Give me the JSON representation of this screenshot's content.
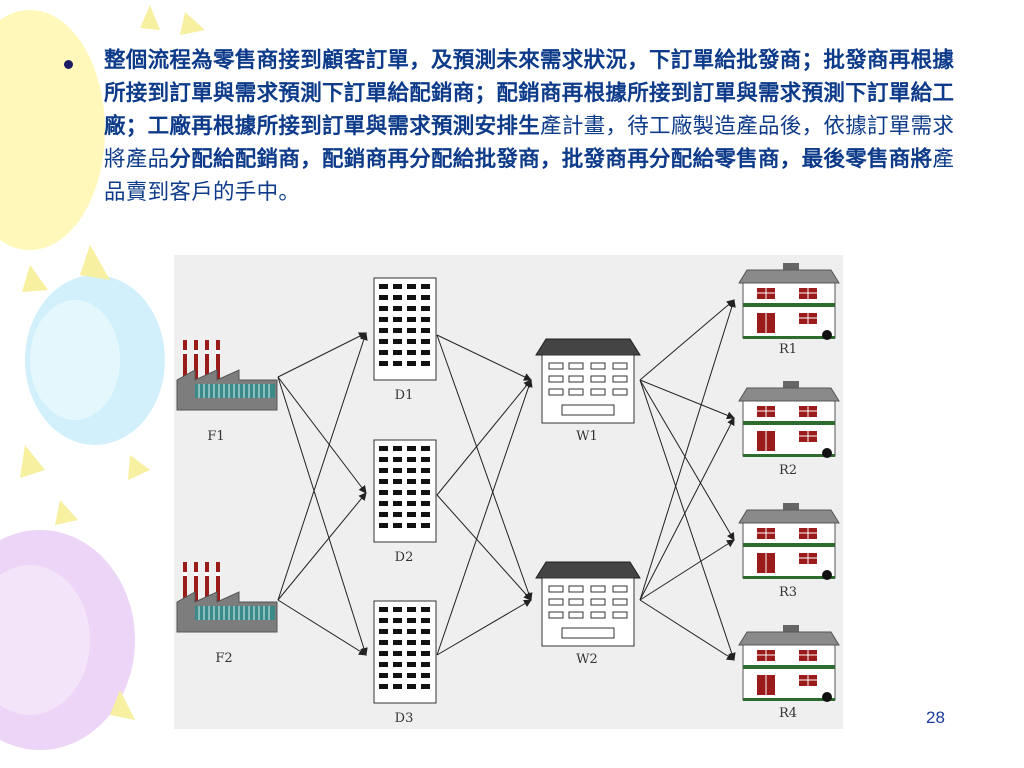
{
  "slide": {
    "bullet_segments": [
      {
        "text": "整個流程為零售商接到顧客訂單，及預測未來需求狀況，下訂單給批發商；批發商再根據所接到訂單與需求預測下訂單給配銷商；配銷商再根據所接到訂單與需求預測下訂單給工廠；工廠再根據所接到訂單與需求預測安排生",
        "bold": true
      },
      {
        "text": "產計畫，待工廠製造產品後，依據訂單需求將產品",
        "bold": false
      },
      {
        "text": "分配給配銷商，配銷商再分配給批發商，批發商再分配給零售商，最後零售商將",
        "bold": true
      },
      {
        "text": "產品賣到客戶的手中。",
        "bold": false
      }
    ],
    "page_number": "28"
  },
  "diagram": {
    "factories": [
      {
        "id": "F1",
        "label": "F1"
      },
      {
        "id": "F2",
        "label": "F2"
      }
    ],
    "distributors": [
      {
        "id": "D1",
        "label": "D1"
      },
      {
        "id": "D2",
        "label": "D2"
      },
      {
        "id": "D3",
        "label": "D3"
      }
    ],
    "wholesalers": [
      {
        "id": "W1",
        "label": "W1"
      },
      {
        "id": "W2",
        "label": "W2"
      }
    ],
    "retailers": [
      {
        "id": "R1",
        "label": "R1"
      },
      {
        "id": "R2",
        "label": "R2"
      },
      {
        "id": "R3",
        "label": "R3"
      },
      {
        "id": "R4",
        "label": "R4"
      }
    ],
    "edges": [
      [
        "F1",
        "D1"
      ],
      [
        "F1",
        "D2"
      ],
      [
        "F1",
        "D3"
      ],
      [
        "F2",
        "D1"
      ],
      [
        "F2",
        "D2"
      ],
      [
        "F2",
        "D3"
      ],
      [
        "D1",
        "W1"
      ],
      [
        "D1",
        "W2"
      ],
      [
        "D2",
        "W1"
      ],
      [
        "D2",
        "W2"
      ],
      [
        "D3",
        "W1"
      ],
      [
        "D3",
        "W2"
      ],
      [
        "W1",
        "R1"
      ],
      [
        "W1",
        "R2"
      ],
      [
        "W1",
        "R3"
      ],
      [
        "W1",
        "R4"
      ],
      [
        "W2",
        "R1"
      ],
      [
        "W2",
        "R2"
      ],
      [
        "W2",
        "R3"
      ],
      [
        "W2",
        "R4"
      ]
    ],
    "colors": {
      "building_red": "#9b1a1a",
      "building_green": "#2e6b2e",
      "roof_gray": "#8a8a8a",
      "line": "#222222"
    }
  }
}
